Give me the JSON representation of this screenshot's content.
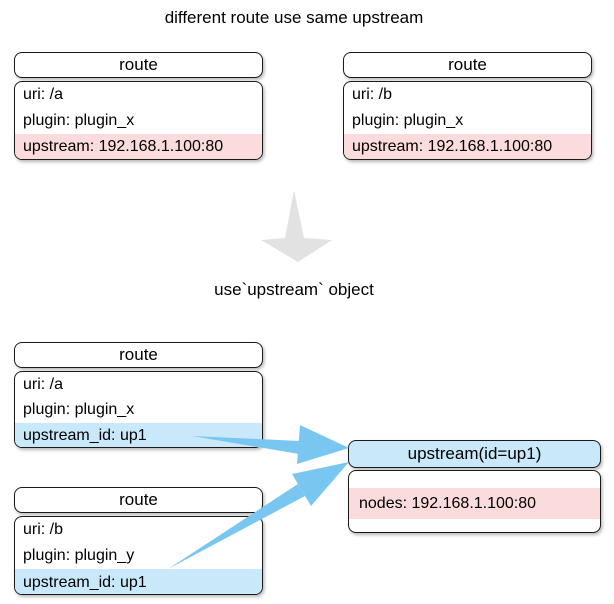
{
  "title": "different route use same upstream",
  "subtitle": "use`upstream` object",
  "colors": {
    "highlight_pink": "#fbdbdb",
    "highlight_blue": "#c9e9fb",
    "arrow_blue": "#79c7f1",
    "arrow_gray": "#e2e2e2",
    "border": "#1a1a1a"
  },
  "top_section": {
    "routes": [
      {
        "title": "route",
        "rows": [
          {
            "text": "uri: /a"
          },
          {
            "text": "plugin: plugin_x"
          },
          {
            "text": "upstream: 192.168.1.100:80",
            "highlight": "pink"
          }
        ]
      },
      {
        "title": "route",
        "rows": [
          {
            "text": "uri: /b"
          },
          {
            "text": "plugin: plugin_x"
          },
          {
            "text": "upstream: 192.168.1.100:80",
            "highlight": "pink"
          }
        ]
      }
    ]
  },
  "bottom_section": {
    "routes": [
      {
        "title": "route",
        "rows": [
          {
            "text": "uri: /a"
          },
          {
            "text": "plugin: plugin_x"
          },
          {
            "text": "upstream_id: up1",
            "highlight": "blue"
          }
        ]
      },
      {
        "title": "route",
        "rows": [
          {
            "text": "uri: /b"
          },
          {
            "text": "plugin: plugin_y"
          },
          {
            "text": "upstream_id: up1",
            "highlight": "blue"
          }
        ]
      }
    ],
    "upstream": {
      "title": "upstream(id=up1)",
      "rows": [
        {
          "text": "nodes: 192.168.1.100:80",
          "highlight": "pink"
        }
      ]
    }
  }
}
